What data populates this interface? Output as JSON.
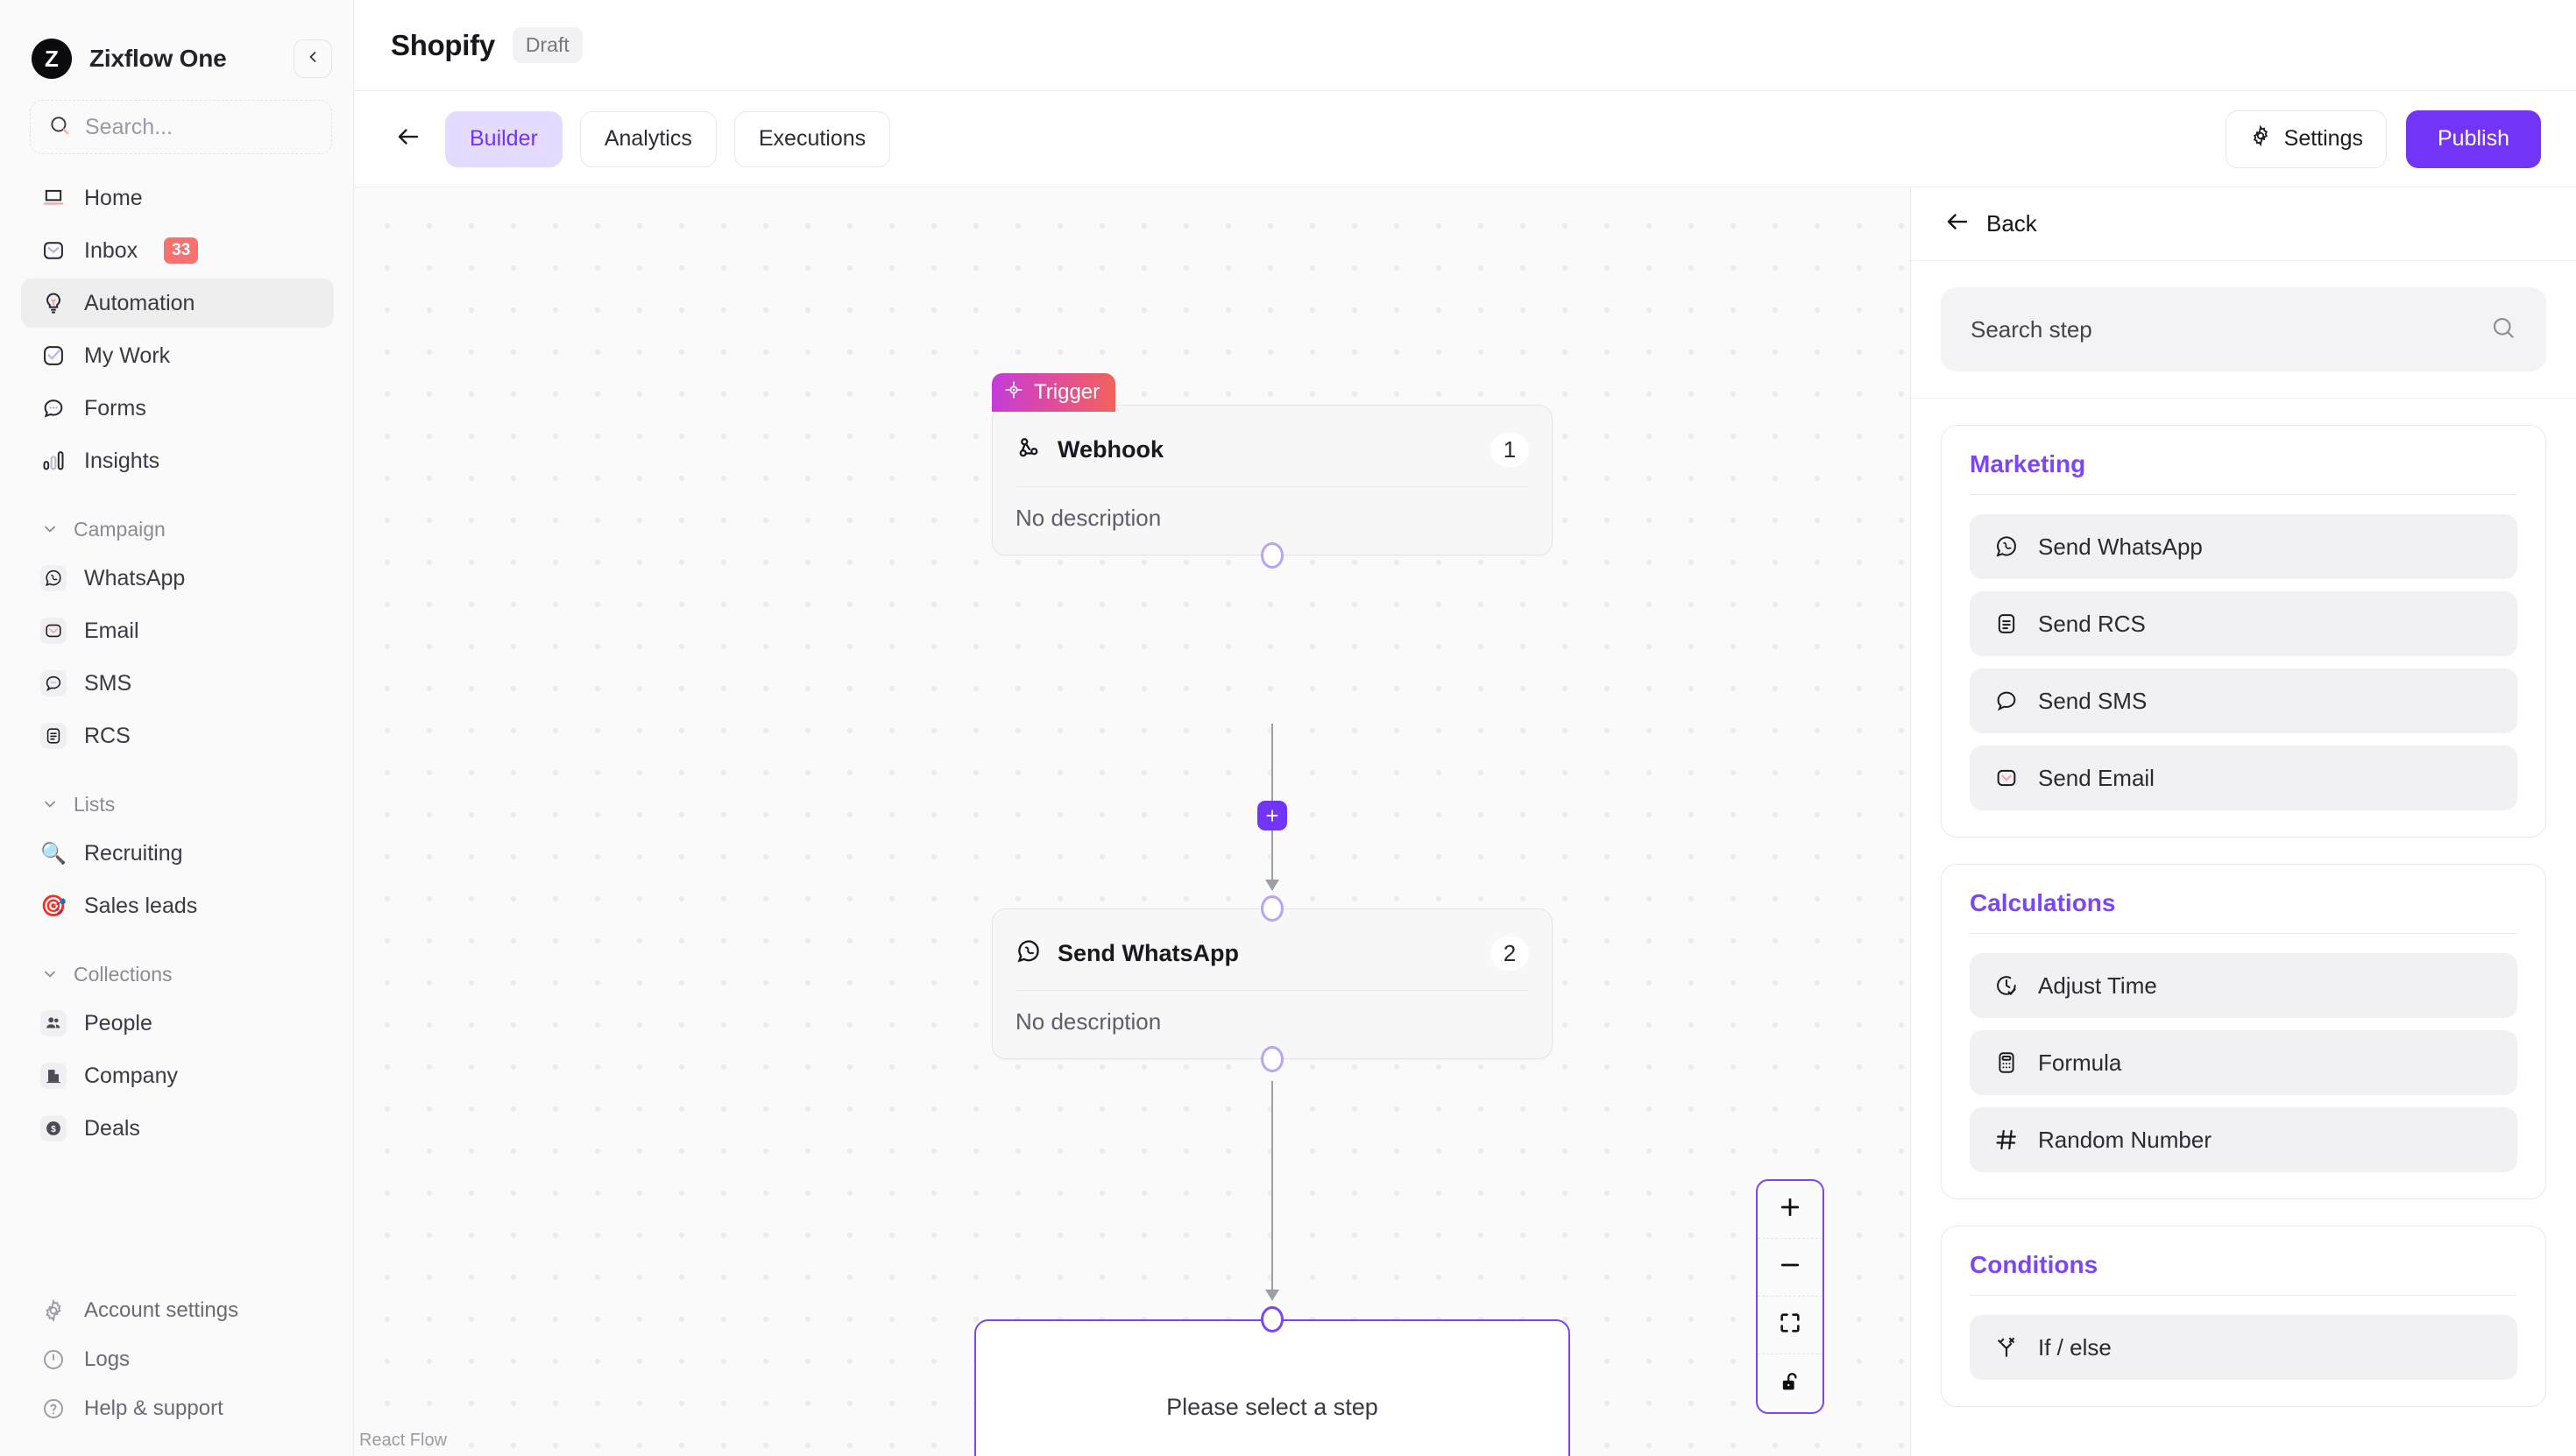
{
  "sidebar": {
    "brand": {
      "logo_letter": "Z",
      "name": "Zixflow One",
      "collapse_icon": "chevron-left-icon"
    },
    "search": {
      "placeholder": "Search...",
      "icon": "search-icon"
    },
    "primary_items": [
      {
        "label": "Home",
        "icon": "home-icon",
        "active": false
      },
      {
        "label": "Inbox",
        "icon": "inbox-icon",
        "badge": "33",
        "active": false
      },
      {
        "label": "Automation",
        "icon": "lightbulb-icon",
        "active": true
      },
      {
        "label": "My Work",
        "icon": "check-square-icon",
        "active": false
      },
      {
        "label": "Forms",
        "icon": "chat-dots-icon",
        "active": false
      },
      {
        "label": "Insights",
        "icon": "bar-chart-icon",
        "active": false
      }
    ],
    "groups": [
      {
        "title": "Campaign",
        "items": [
          {
            "label": "WhatsApp",
            "icon": "whatsapp-icon"
          },
          {
            "label": "Email",
            "icon": "envelope-icon"
          },
          {
            "label": "SMS",
            "icon": "sms-bubble-icon"
          },
          {
            "label": "RCS",
            "icon": "rcs-document-icon"
          }
        ]
      },
      {
        "title": "Lists",
        "items": [
          {
            "label": "Recruiting",
            "icon": "magnifier-emoji-icon"
          },
          {
            "label": "Sales leads",
            "icon": "target-emoji-icon"
          }
        ]
      },
      {
        "title": "Collections",
        "items": [
          {
            "label": "People",
            "icon": "people-icon"
          },
          {
            "label": "Company",
            "icon": "building-icon"
          },
          {
            "label": "Deals",
            "icon": "dollar-coin-icon"
          }
        ]
      }
    ],
    "bottom_items": [
      {
        "label": "Account settings",
        "icon": "gear-icon"
      },
      {
        "label": "Logs",
        "icon": "clock-icon"
      },
      {
        "label": "Help & support",
        "icon": "question-circle-icon"
      }
    ]
  },
  "header": {
    "title": "Shopify",
    "status_badge": "Draft"
  },
  "toolbar": {
    "back_icon": "arrow-left-icon",
    "tabs": [
      {
        "label": "Builder",
        "active": true
      },
      {
        "label": "Analytics",
        "active": false
      },
      {
        "label": "Executions",
        "active": false
      }
    ],
    "settings_label": "Settings",
    "settings_icon": "gear-icon",
    "publish_label": "Publish"
  },
  "canvas": {
    "trigger_chip": {
      "label": "Trigger",
      "icon": "target-crosshair-icon"
    },
    "nodes": [
      {
        "title": "Webhook",
        "number": "1",
        "description": "No description",
        "icon": "webhook-icon"
      },
      {
        "title": "Send WhatsApp",
        "number": "2",
        "description": "No description",
        "icon": "whatsapp-icon"
      }
    ],
    "placeholder_label": "Please select a step",
    "add_step_icon": "plus-icon",
    "zoom_controls": [
      {
        "icon": "zoom-in-icon",
        "glyph": "+"
      },
      {
        "icon": "zoom-out-icon",
        "glyph": "−"
      },
      {
        "icon": "fit-view-icon",
        "glyph": ""
      },
      {
        "icon": "lock-open-icon",
        "glyph": ""
      }
    ],
    "attribution": "React Flow"
  },
  "right_panel": {
    "back_label": "Back",
    "back_icon": "arrow-left-icon",
    "search": {
      "placeholder": "Search step",
      "icon": "search-icon"
    },
    "sections": [
      {
        "title": "Marketing",
        "items": [
          {
            "label": "Send WhatsApp",
            "icon": "whatsapp-icon"
          },
          {
            "label": "Send RCS",
            "icon": "rcs-document-icon"
          },
          {
            "label": "Send SMS",
            "icon": "sms-bubble-icon"
          },
          {
            "label": "Send Email",
            "icon": "envelope-icon"
          }
        ]
      },
      {
        "title": "Calculations",
        "items": [
          {
            "label": "Adjust Time",
            "icon": "clock-check-icon"
          },
          {
            "label": "Formula",
            "icon": "calculator-icon"
          },
          {
            "label": "Random Number",
            "icon": "hash-icon"
          }
        ]
      },
      {
        "title": "Conditions",
        "items": [
          {
            "label": "If / else",
            "icon": "branch-check-x-icon"
          }
        ]
      }
    ]
  },
  "colors": {
    "accent_purple": "#7234f7",
    "tab_active_bg": "#e5dbff",
    "badge_red": "#f87171",
    "canvas_bg": "#fafafa"
  }
}
